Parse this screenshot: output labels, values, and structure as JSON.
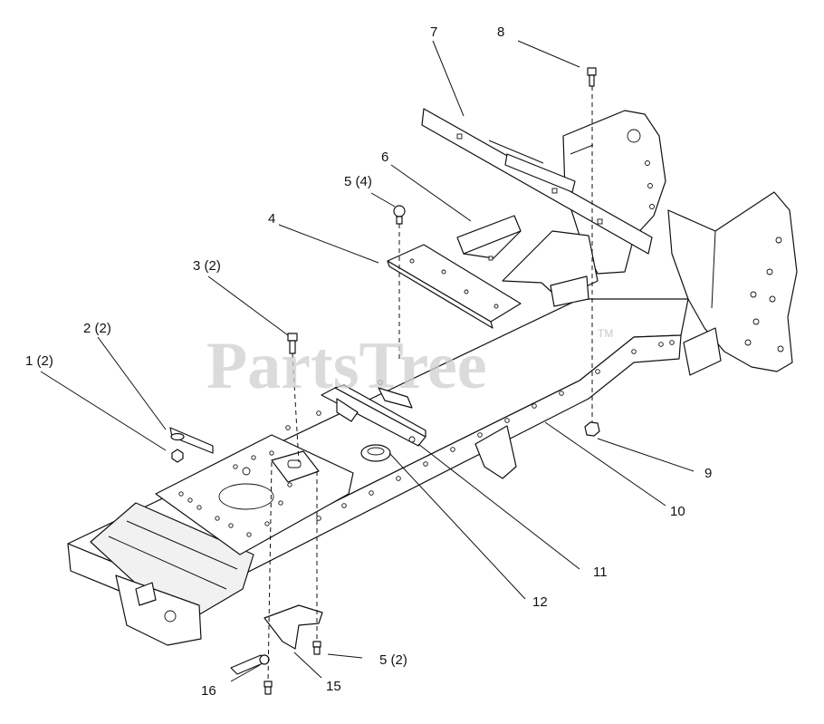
{
  "watermark": {
    "text": "PartsTree",
    "tm": "TM"
  },
  "callouts": [
    {
      "id": "1",
      "text": "1 (2)"
    },
    {
      "id": "2",
      "text": "2 (2)"
    },
    {
      "id": "3",
      "text": "3 (2)"
    },
    {
      "id": "4",
      "text": "4"
    },
    {
      "id": "5a",
      "text": "5 (4)"
    },
    {
      "id": "5b",
      "text": "5 (2)"
    },
    {
      "id": "6",
      "text": "6"
    },
    {
      "id": "7",
      "text": "7"
    },
    {
      "id": "8",
      "text": "8"
    },
    {
      "id": "9",
      "text": "9"
    },
    {
      "id": "10",
      "text": "10"
    },
    {
      "id": "11",
      "text": "11"
    },
    {
      "id": "12",
      "text": "12"
    },
    {
      "id": "15",
      "text": "15"
    },
    {
      "id": "16",
      "text": "16"
    }
  ]
}
